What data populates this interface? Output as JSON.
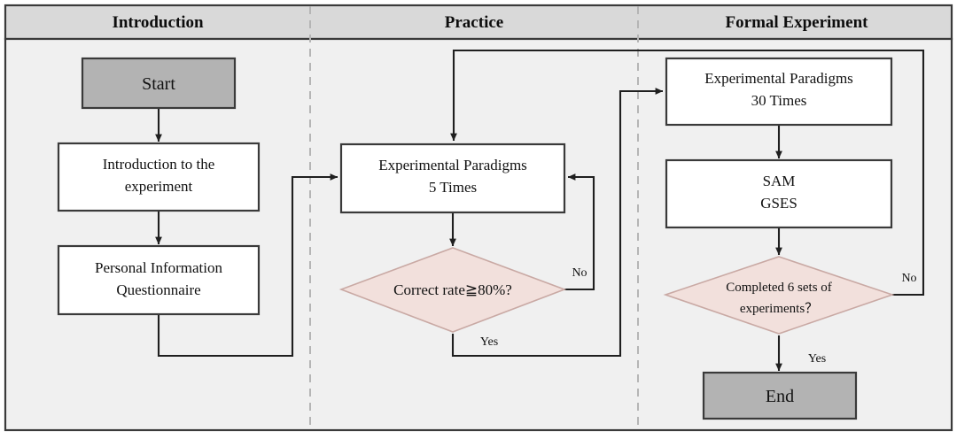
{
  "diagram": {
    "title_row": {
      "columns": [
        {
          "label": "Introduction"
        },
        {
          "label": "Practice"
        },
        {
          "label": "Formal Experiment"
        }
      ]
    },
    "nodes": {
      "start": {
        "label": "Start",
        "shape": "process",
        "fill": "#b3b3b3"
      },
      "intro": {
        "line1": "Introduction to the",
        "line2": "experiment",
        "shape": "process",
        "fill": "#ffffff"
      },
      "questionnaire": {
        "line1": "Personal Information",
        "line2": "Questionnaire",
        "shape": "process",
        "fill": "#ffffff"
      },
      "paradigms5": {
        "line1": "Experimental Paradigms",
        "line2": "5 Times",
        "shape": "process",
        "fill": "#ffffff"
      },
      "correct_rate": {
        "label": "Correct rate≧80%?",
        "shape": "decision",
        "fill": "#f2e0dc"
      },
      "paradigms30": {
        "line1": "Experimental Paradigms",
        "line2": "30 Times",
        "shape": "process",
        "fill": "#ffffff"
      },
      "scales": {
        "line1": "SAM",
        "line2": "GSES",
        "shape": "process",
        "fill": "#ffffff"
      },
      "completed6": {
        "line1": "Completed 6 sets of",
        "line2": "experiments？",
        "shape": "decision",
        "fill": "#f2e0dc"
      },
      "end": {
        "label": "End",
        "shape": "process",
        "fill": "#b3b3b3"
      }
    },
    "edge_labels": {
      "practice_no": "No",
      "practice_yes": "Yes",
      "formal_no": "No",
      "formal_yes": "Yes"
    },
    "colors": {
      "header_fill": "#d9d9d9",
      "panel_fill": "#f0f0f0",
      "frame_stroke": "#3a3a3a",
      "divider_stroke": "#b5b5b5",
      "edge_stroke": "#1f1f1f",
      "decision_fill": "#f2e0dc",
      "decision_stroke": "#c9a9a4",
      "terminal_fill": "#b3b3b3",
      "process_fill": "#ffffff"
    }
  }
}
